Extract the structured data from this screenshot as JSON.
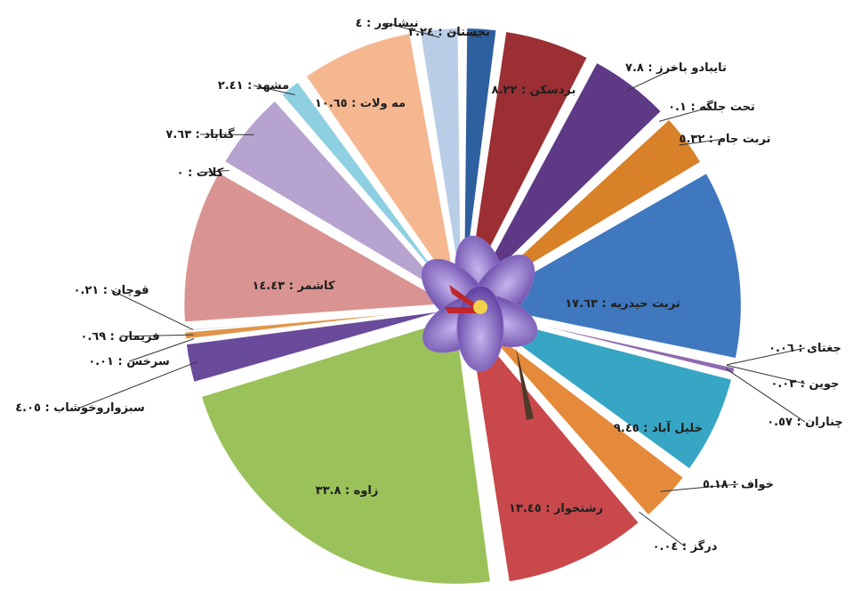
{
  "chart_data": {
    "type": "pie",
    "title": "",
    "slices": [
      {
        "label": "بجستان : ۳.۲٤",
        "value": 3.24,
        "color": "#2e5f9e"
      },
      {
        "label": "بردسکن : ۸.۲۲",
        "value": 8.22,
        "color": "#9b2f33"
      },
      {
        "label": "تایبادو باخرز : ۷.۸",
        "value": 7.8,
        "color": "#5e3a86"
      },
      {
        "label": "تحت جلگه : ۰.۱",
        "value": 0.1,
        "color": "#8fb2d9"
      },
      {
        "label": "تربت جام : ٥.۳۲",
        "value": 5.32,
        "color": "#d88128"
      },
      {
        "label": "تربت حیدریه : ۱۷.٦۳",
        "value": 17.63,
        "color": "#3f78bf"
      },
      {
        "label": "جغتای : ۰.۰٦",
        "value": 0.06,
        "color": "#7f4f9a"
      },
      {
        "label": "جوین : ۰.۰۳",
        "value": 0.03,
        "color": "#5a7ec0"
      },
      {
        "label": "چناران : ۰.٥۷",
        "value": 0.57,
        "color": "#8e6bb0"
      },
      {
        "label": "خلیل آباد : ۹.٤٥",
        "value": 9.45,
        "color": "#37a6c4"
      },
      {
        "label": "خواف : ٥.۱۸",
        "value": 5.18,
        "color": "#e48a3a"
      },
      {
        "label": "درگز : ۰.۰٤",
        "value": 0.04,
        "color": "#8c8c8c"
      },
      {
        "label": "رشتخوار : ۱۳.٤٥",
        "value": 13.45,
        "color": "#c9484b"
      },
      {
        "label": "زاوه : ۳۳.۸",
        "value": 33.8,
        "color": "#9bc25a"
      },
      {
        "label": "سبزواروخوشاب : ٤.۰٥",
        "value": 4.05,
        "color": "#6a4a9a"
      },
      {
        "label": "سرخس : ۰.۰۱",
        "value": 0.01,
        "color": "#cfcfe6"
      },
      {
        "label": "فریمان : ۰.٦۹",
        "value": 0.69,
        "color": "#e0954a"
      },
      {
        "label": "قوچان : ۰.۲۱",
        "value": 0.21,
        "color": "#a8c2e2"
      },
      {
        "label": "کاشمر : ۱٤.٤۳",
        "value": 14.43,
        "color": "#d99492"
      },
      {
        "label": "کلات : ۰",
        "value": 0,
        "color": "#b8b8b8"
      },
      {
        "label": "گناباد : ۷.٦۳",
        "value": 7.63,
        "color": "#b7a3cf"
      },
      {
        "label": "مشهد : ۲.٤۱",
        "value": 2.41,
        "color": "#8ecfe2"
      },
      {
        "label": "مه ولات : ۱۰.٦٥",
        "value": 10.65,
        "color": "#f5b78f"
      },
      {
        "label": "نیشابور : ٤",
        "value": 4,
        "color": "#b9cde6"
      }
    ]
  },
  "center_image": {
    "icon": "saffron-flower-icon",
    "petal_color": "#8a6bc8",
    "stigma_color": "#c0262a"
  }
}
